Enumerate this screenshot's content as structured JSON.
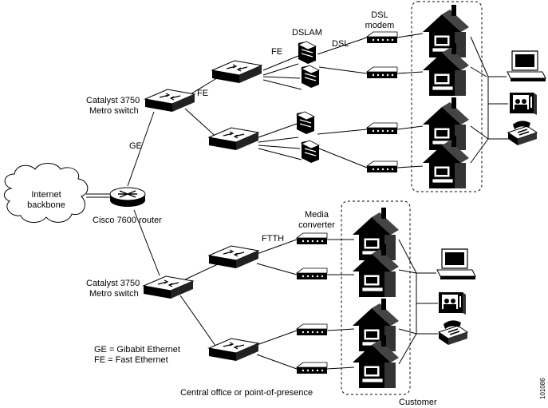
{
  "cloud": {
    "line1": "Internet",
    "line2": "backbone"
  },
  "router": {
    "label": "Cisco 7600 router"
  },
  "switch_top": {
    "line1": "Catalyst 3750",
    "line2": "Metro switch"
  },
  "switch_bottom": {
    "line1": "Catalyst 3750",
    "line2": "Metro switch"
  },
  "links": {
    "ge": "GE",
    "fe1": "FE",
    "fe2": "FE",
    "dsl": "DSL",
    "ftth": "FTTH"
  },
  "dslam": {
    "label": "DSLAM"
  },
  "dsl_modem": {
    "line1": "DSL",
    "line2": "modem"
  },
  "media_converter": {
    "line1": "Media",
    "line2": "converter"
  },
  "legend": {
    "ge": "GE = Gibabit Ethernet",
    "fe": "FE = Fast Ethernet"
  },
  "footer": {
    "central_office": "Central office or point-of-presence",
    "customer": "Customer",
    "figure_id": "101086"
  }
}
